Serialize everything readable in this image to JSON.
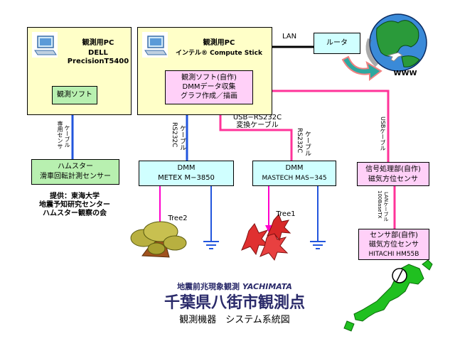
{
  "pc1": {
    "title": "観測用PC",
    "line2": "DELL",
    "line3": "PrecisionT5400",
    "soft": "観測ソフト"
  },
  "pc2": {
    "title": "観測用PC",
    "line2": "インテル® Compute Stick",
    "soft1": "観測ソフト(自作)",
    "soft2": "DMMデータ収集",
    "soft3": "グラフ作成／描画"
  },
  "lan": "LAN",
  "router": "ルータ",
  "www": "WWW",
  "usb_rs232c": {
    "line1": "USB−RS232C",
    "line2": "変換ケーブル"
  },
  "cable_sensor": {
    "line1": "専用センサ",
    "line2": "ケーブル"
  },
  "cable_rs232c_1": {
    "line1": "RS232C",
    "line2": "ケーブル"
  },
  "cable_rs232c_2": {
    "line1": "RS232C",
    "line2": "ケーブル"
  },
  "cable_usb": "USBケーブル",
  "cable_lan": {
    "line1": "100BaseTX",
    "line2": "LANケーブル"
  },
  "hamster": {
    "line1": "ハムスター",
    "line2": "滑車回転計測センサー"
  },
  "dmm1": {
    "line1": "DMM",
    "line2": "METEX M−3850"
  },
  "dmm2": {
    "line1": "DMM",
    "line2": "MASTECH MAS−345"
  },
  "signal": {
    "line1": "信号処理部(自作)",
    "line2": "磁気方位センサ"
  },
  "sensor": {
    "line1": "センサ部(自作)",
    "line2": "磁気方位センサ",
    "line3": "HITACHI HM55B"
  },
  "credit": {
    "line1": "提供：東海大学",
    "line2": "地震予知研究センター",
    "line3": "ハムスター観察の会"
  },
  "tree1": "Tree1",
  "tree2": "Tree2",
  "footer": {
    "line1a": "地震前兆現象観測",
    "line1b": "YACHIMATA",
    "line2": "千葉県八街市観測点",
    "line3": "観測機器　システム系統図"
  },
  "colors": {
    "pink_line": "#ff3399",
    "blue_line": "#2255dd",
    "black_line": "#000000",
    "magenta_arrow": "#ff00cc"
  }
}
